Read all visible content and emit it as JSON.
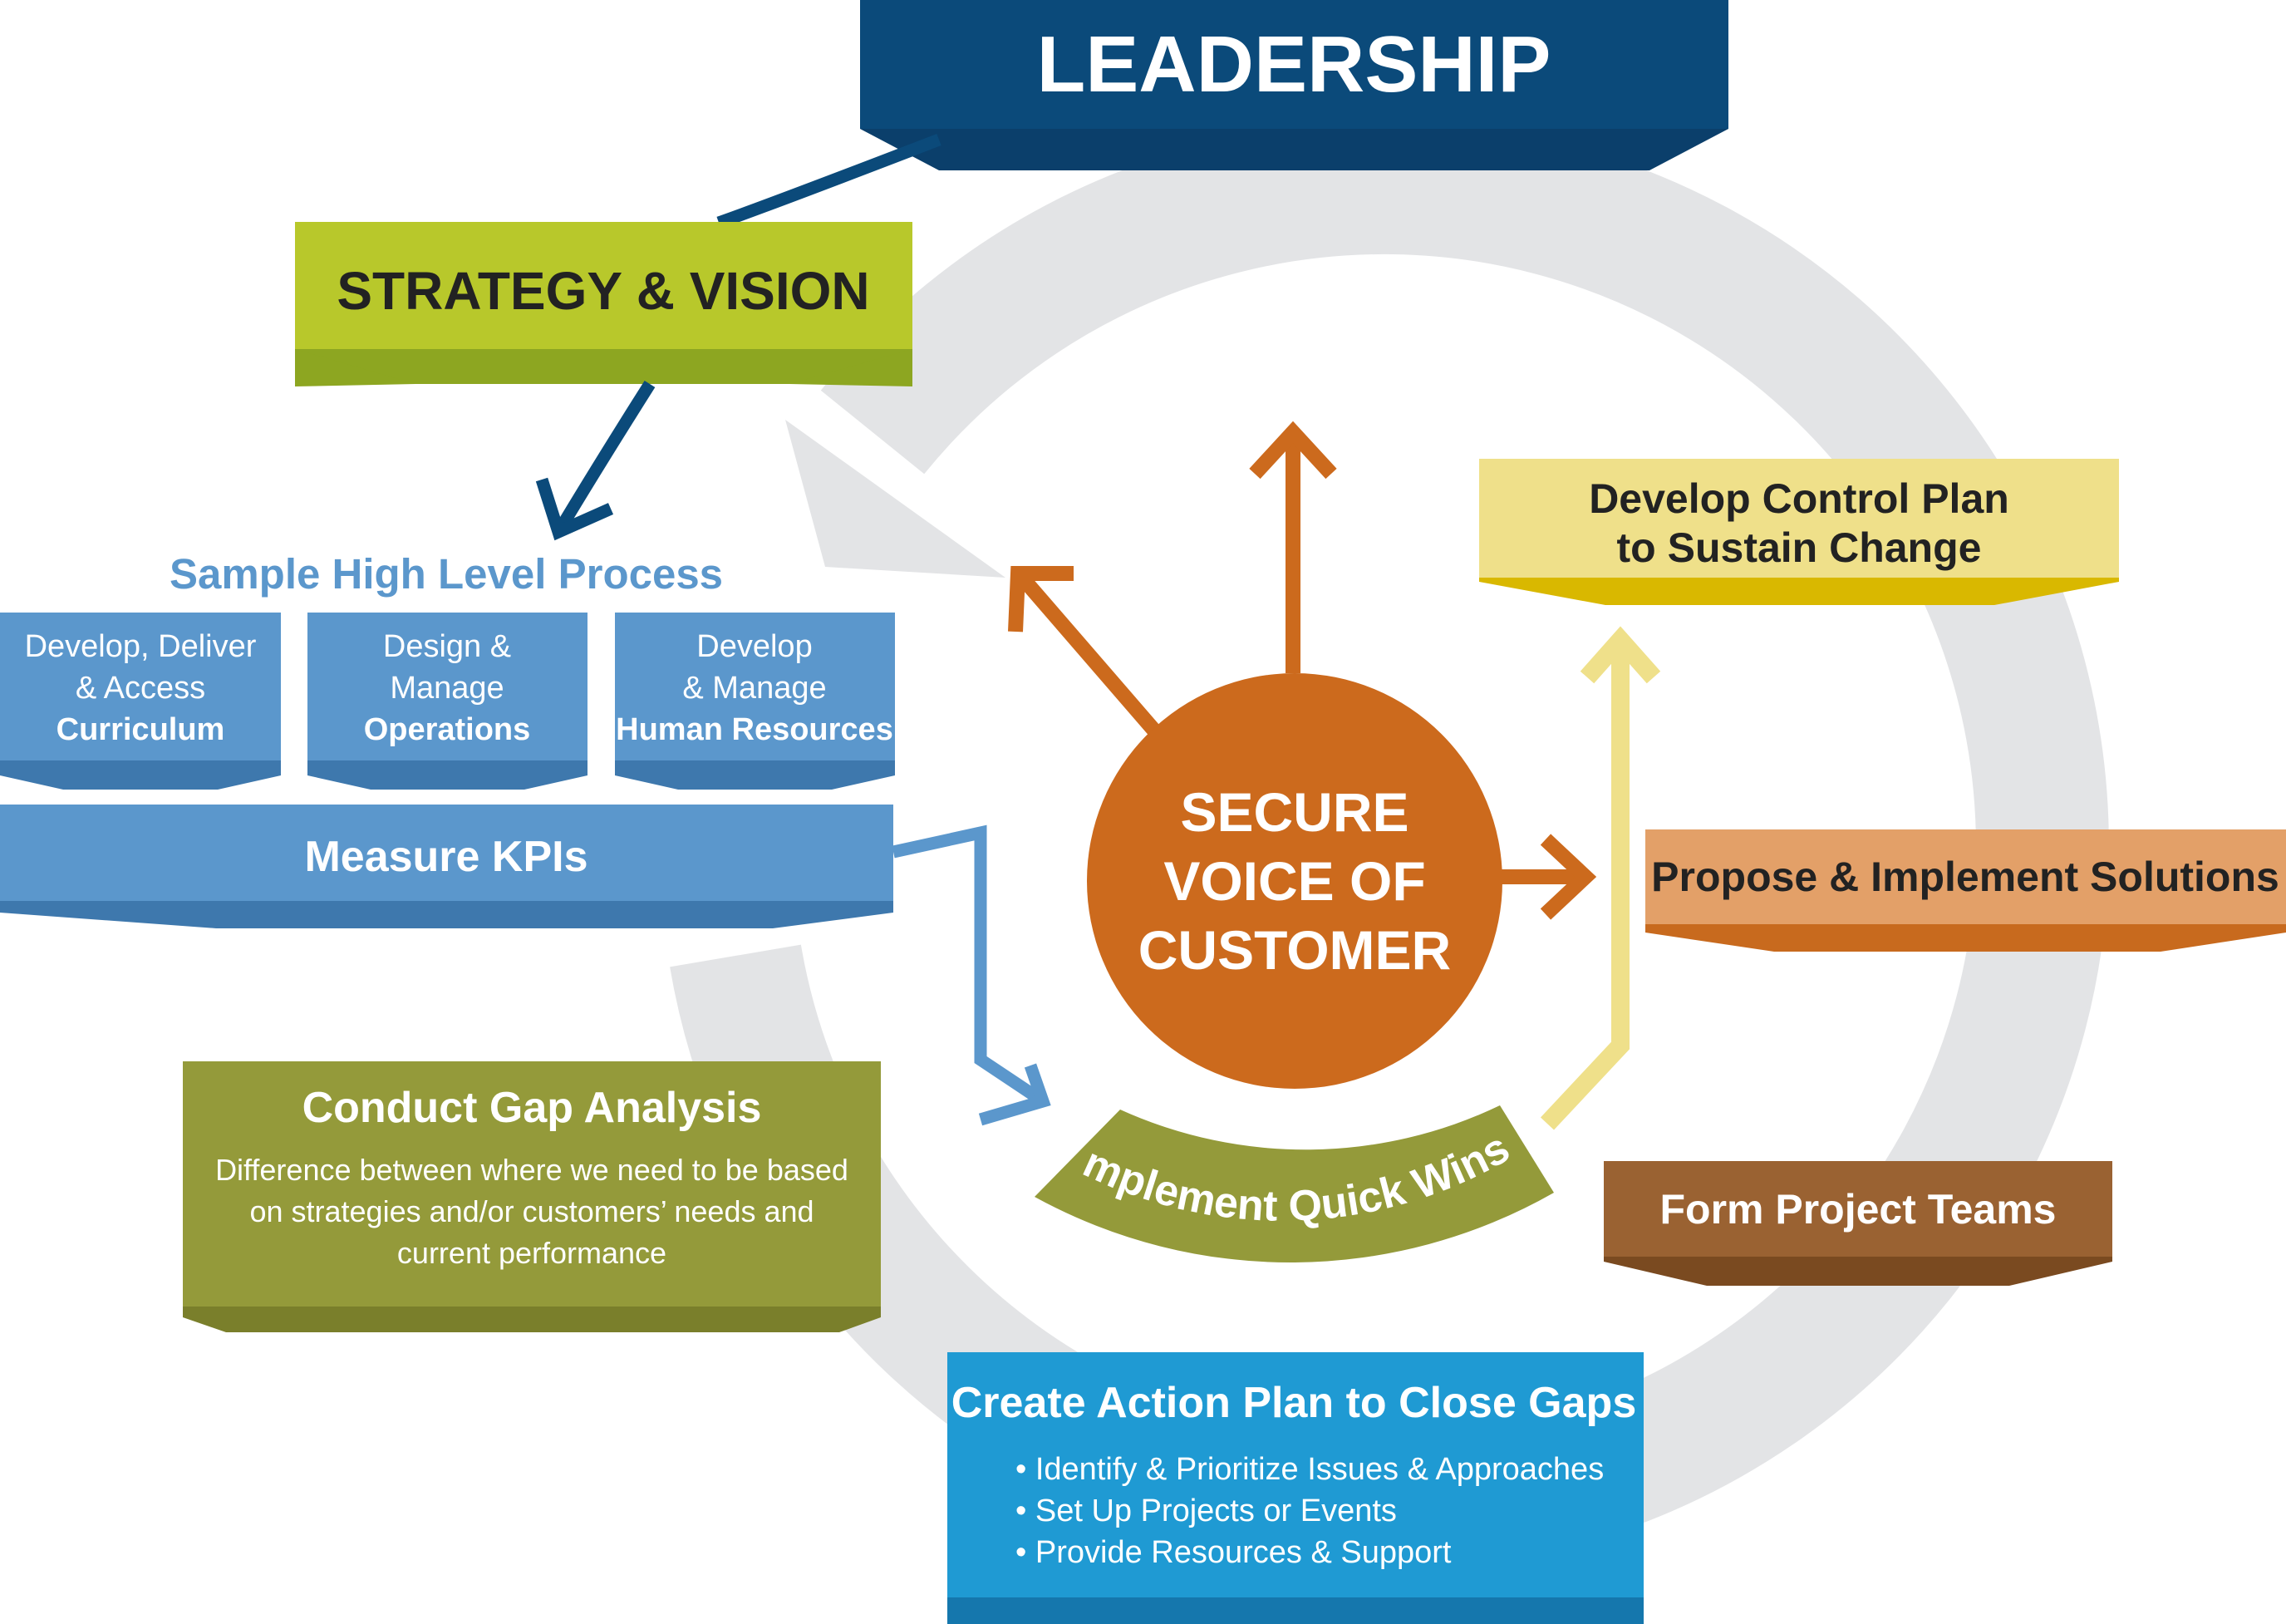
{
  "leadership": {
    "title": "LEADERSHIP"
  },
  "strategy": {
    "title": "STRATEGY & VISION"
  },
  "sample_process": {
    "heading": "Sample High Level Process",
    "boxes": [
      {
        "line1": "Develop, Deliver",
        "line2": "& Access",
        "bold": "Curriculum"
      },
      {
        "line1": "Design &",
        "line2": "Manage",
        "bold": "Operations"
      },
      {
        "line1": "Develop",
        "line2": "& Manage",
        "bold": "Human Resources"
      }
    ]
  },
  "measure": {
    "title": "Measure KPIs"
  },
  "gap": {
    "title": "Conduct Gap Analysis",
    "body": [
      "Difference between where we need to be based",
      "on strategies and/or customers’ needs and",
      "current performance"
    ]
  },
  "center": {
    "lines": [
      "SECURE",
      "VOICE OF",
      "CUSTOMER"
    ]
  },
  "quick_wins": {
    "title": "Implement Quick Wins"
  },
  "control_plan": {
    "lines": [
      "Develop Control Plan",
      "to Sustain Change"
    ]
  },
  "propose": {
    "title": "Propose & Implement Solutions"
  },
  "teams": {
    "title": "Form Project Teams"
  },
  "action_plan": {
    "title": "Create Action Plan to Close Gaps",
    "bullets": [
      "• Identify & Prioritize Issues & Approaches",
      "• Set Up Projects or Events",
      "• Provide Resources & Support"
    ]
  },
  "colors": {
    "navy": "#0b4a7a",
    "lime": "#b8c82b",
    "blue": "#5b97cc",
    "olive": "#949a3a",
    "orange": "#cc6a1d",
    "pale_yellow": "#efe08a",
    "salmon": "#e3a068",
    "brown": "#9a6232",
    "cyan": "#1f9ad3",
    "ring_gray": "#e3e4e6"
  }
}
